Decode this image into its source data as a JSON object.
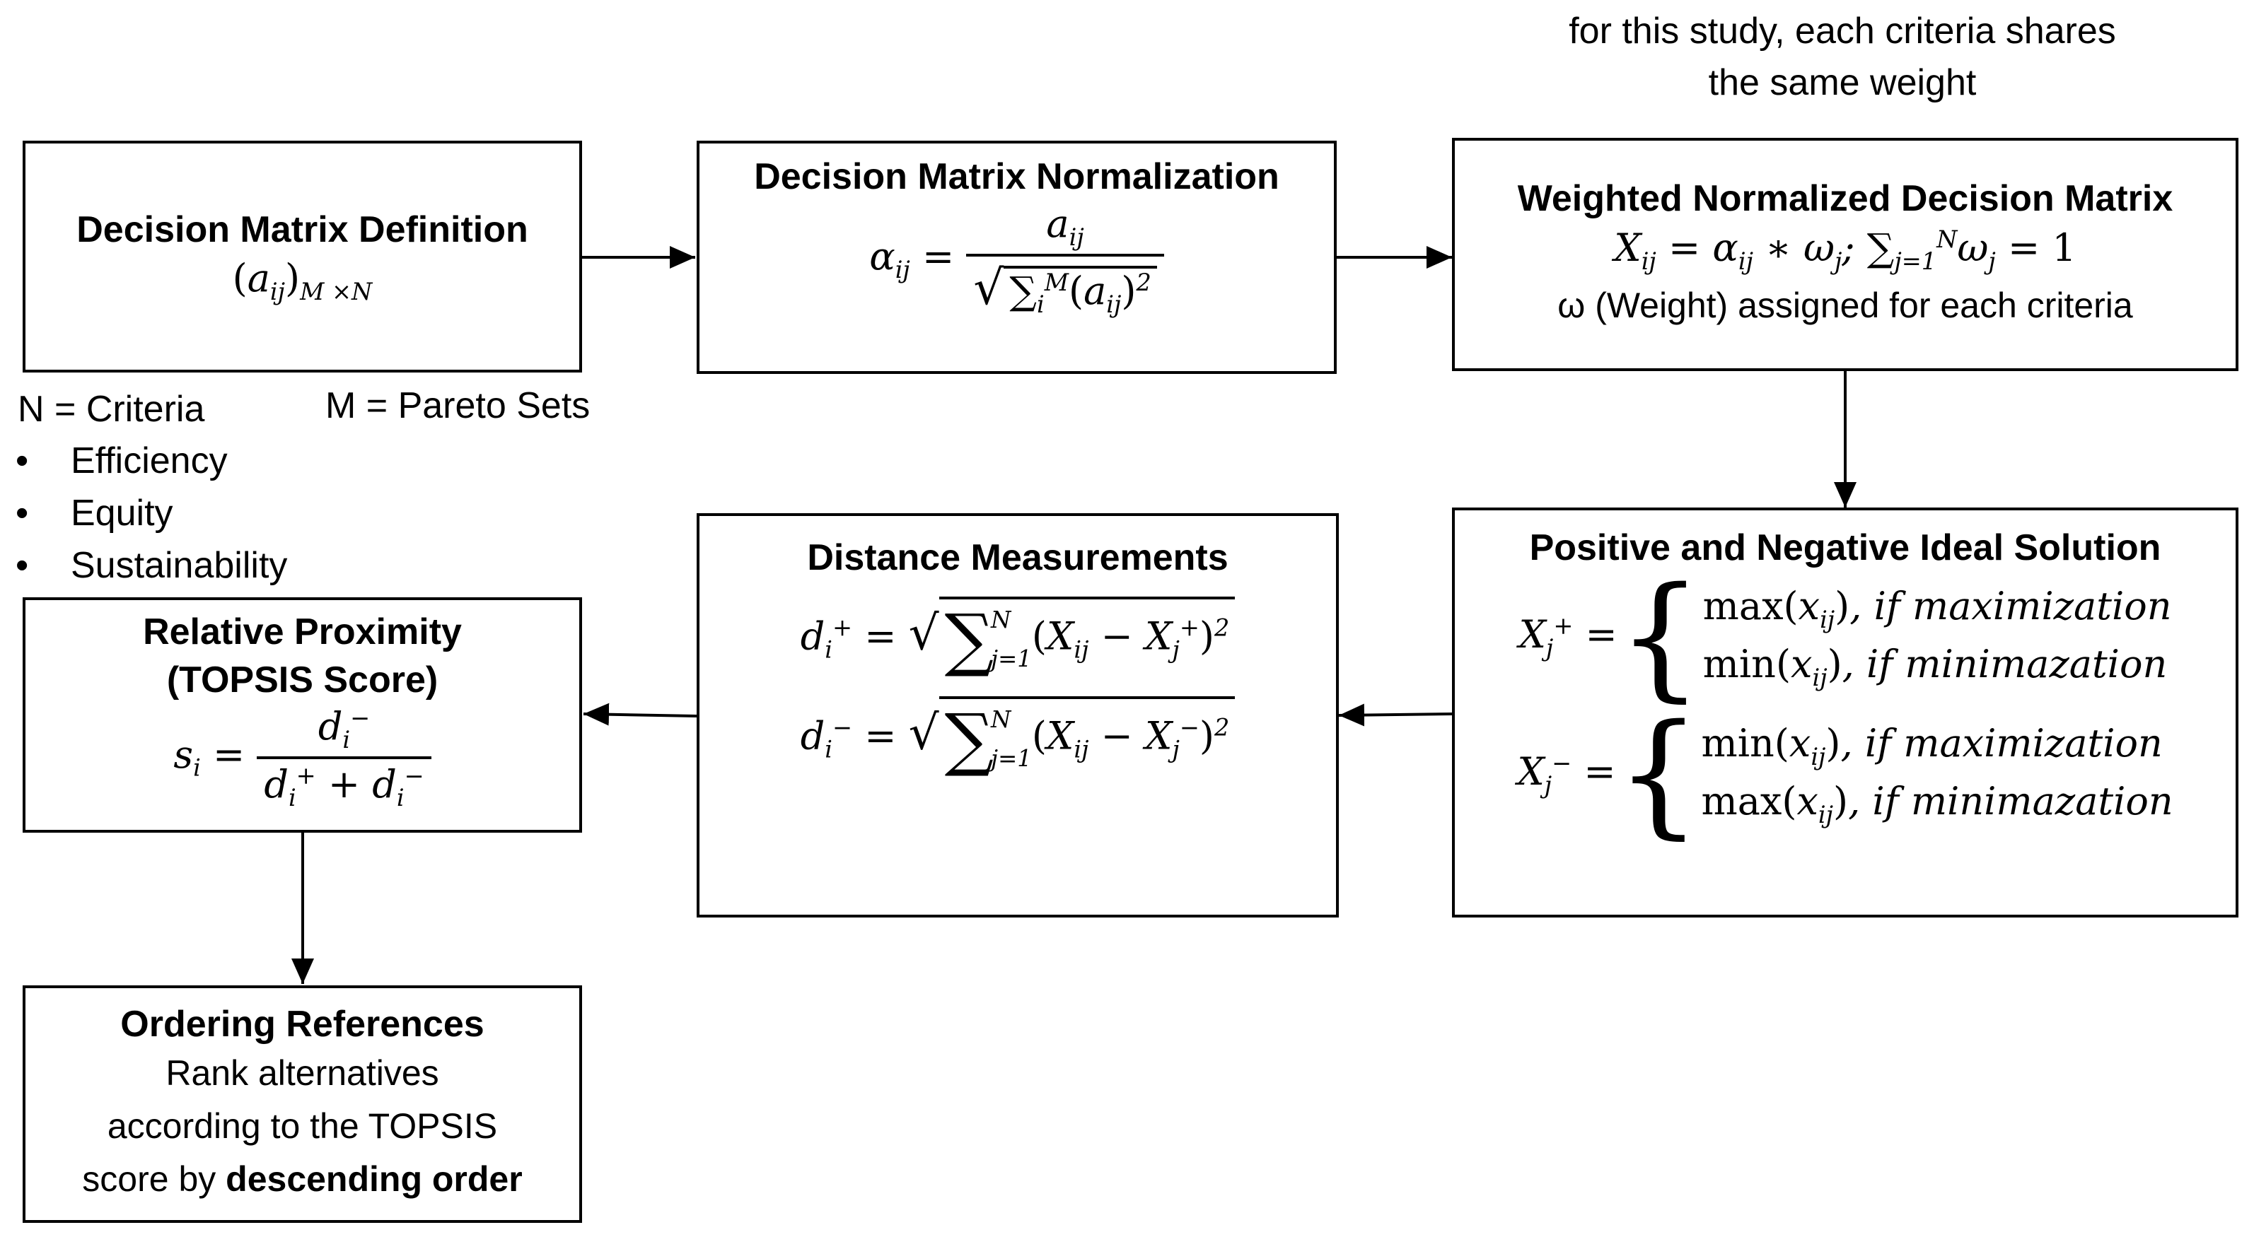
{
  "weight_note": [
    "for this study, each criteria shares",
    "the same weight"
  ],
  "boxes": {
    "definition": {
      "title": "Decision Matrix Definition"
    },
    "normalization": {
      "title": "Decision Matrix Normalization"
    },
    "weighted": {
      "title": "Weighted Normalized Decision Matrix",
      "note": "ω (Weight) assigned for each criteria"
    },
    "ideal": {
      "title": "Positive and Negative Ideal Solution",
      "plus_cases": [
        [
          "max",
          ", if maximization"
        ],
        [
          "min",
          ", if minimazation"
        ]
      ],
      "minus_cases": [
        [
          "min",
          ", if maximization"
        ],
        [
          "max",
          ", if minimazation"
        ]
      ]
    },
    "distance": {
      "title": "Distance Measurements"
    },
    "proximity": {
      "title_line1": "Relative Proximity",
      "title_line2": "(TOPSIS Score)"
    },
    "ordering": {
      "title": "Ordering References",
      "line1": "Rank alternatives",
      "line2": "according to the TOPSIS",
      "line3_plain": "score by ",
      "line3_bold": "descending order"
    }
  },
  "legend": {
    "n_label": "N = Criteria",
    "m_label": "M = Pareto Sets",
    "criteria": [
      "Efficiency",
      "Equity",
      "Sustainability"
    ]
  }
}
